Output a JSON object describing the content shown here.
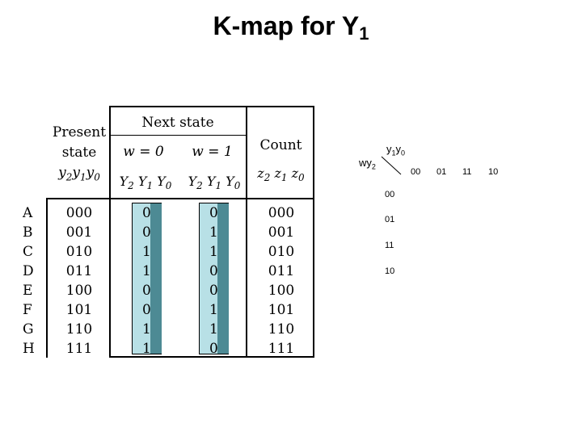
{
  "title": {
    "text": "K-map for Y",
    "sub": "1"
  },
  "table": {
    "present_header": [
      "Present",
      "state"
    ],
    "present_vars": "y2y1y0",
    "next_header": "Next state",
    "w0_label": "w = 0",
    "w1_label": "w = 1",
    "next_vars_w0": "Y2Y1Y0",
    "next_vars_w1": "Y2Y1Y0",
    "count_header": "Count",
    "count_vars": "z2z1z0",
    "row_labels": [
      "A",
      "B",
      "C",
      "D",
      "E",
      "F",
      "G",
      "H"
    ],
    "present": [
      "000",
      "001",
      "010",
      "011",
      "100",
      "101",
      "110",
      "111"
    ],
    "next_w0_visible": [
      "0",
      "0",
      "1",
      "1",
      "0",
      "0",
      "1",
      "1"
    ],
    "next_w1_visible": [
      "0",
      "1",
      "1",
      "0",
      "0",
      "1",
      "1",
      "0"
    ],
    "count": [
      "000",
      "001",
      "010",
      "011",
      "100",
      "101",
      "110",
      "111"
    ]
  },
  "kmap": {
    "corner_col": "y1y0",
    "corner_row": "wy2",
    "col_labels": [
      "00",
      "01",
      "11",
      "10"
    ],
    "row_labels": [
      "00",
      "01",
      "11",
      "10"
    ]
  }
}
